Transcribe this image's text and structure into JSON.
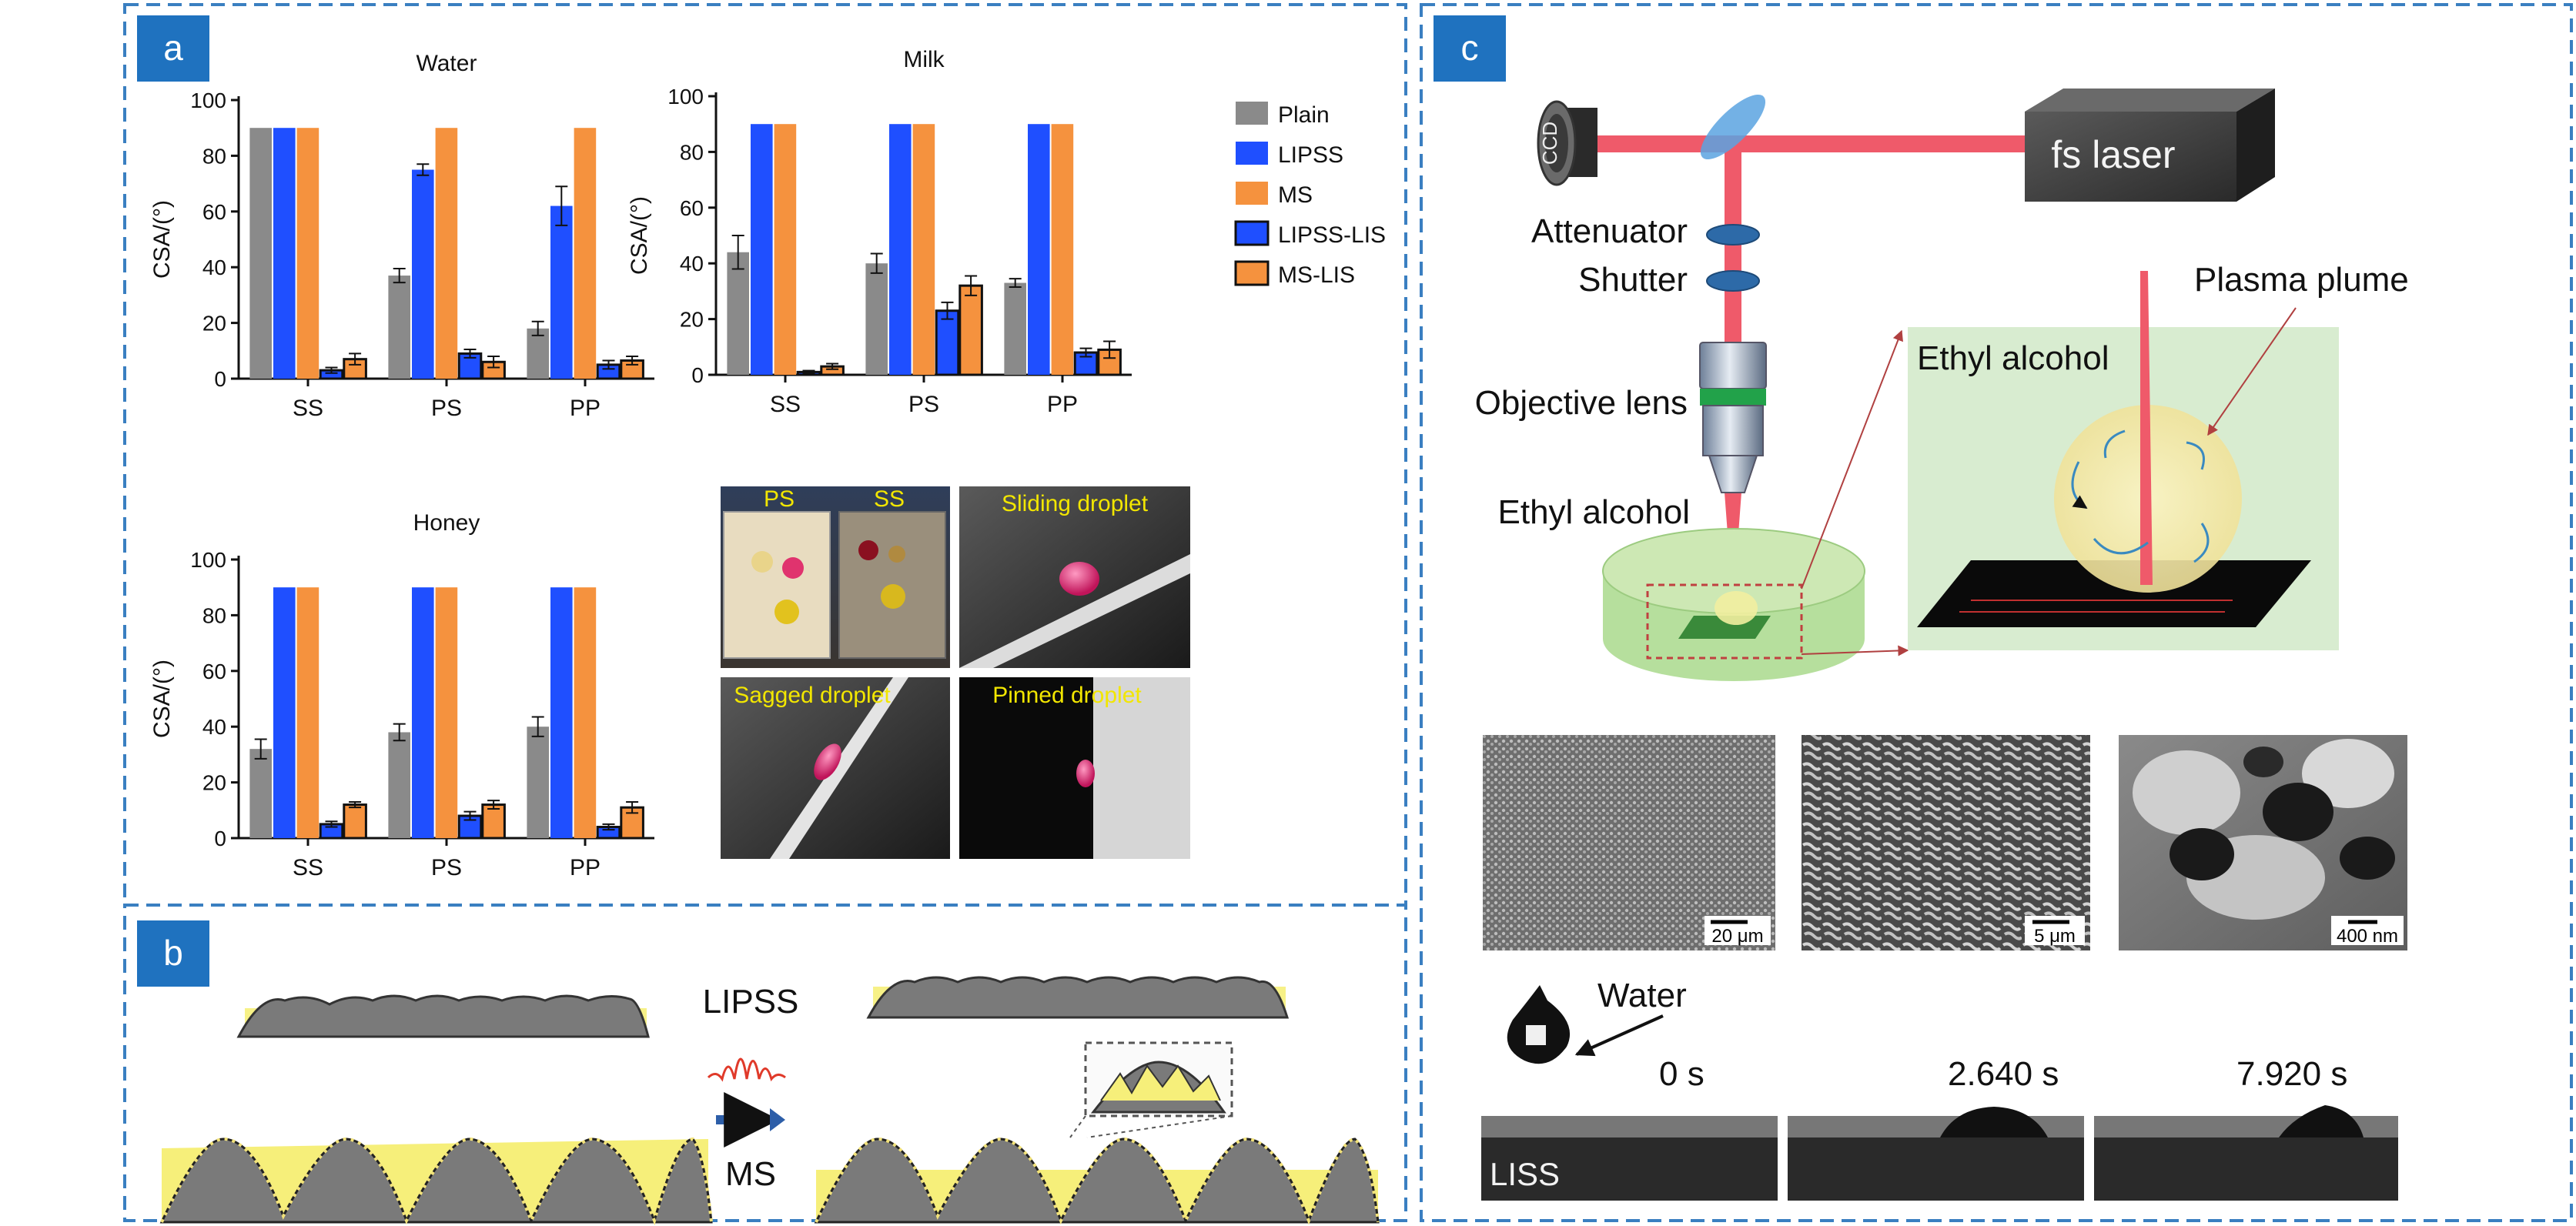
{
  "panels": {
    "a": {
      "badge": "a"
    },
    "b": {
      "badge": "b"
    },
    "c": {
      "badge": "c"
    }
  },
  "legend": {
    "items": [
      {
        "label": "Plain",
        "color": "#8a8a8a"
      },
      {
        "label": "LIPSS",
        "color": "#1f4fff"
      },
      {
        "label": "MS",
        "color": "#f5923e"
      },
      {
        "label": "LIPSS-LIS",
        "color": "#1f4fff",
        "outlined": true
      },
      {
        "label": "MS-LIS",
        "color": "#f5923e",
        "outlined": true
      }
    ]
  },
  "chart_data": [
    {
      "type": "bar",
      "title": "Water",
      "ylabel": "CSA/(°)",
      "categories": [
        "SS",
        "PS",
        "PP"
      ],
      "ylim": [
        0,
        100
      ],
      "yticks": [
        0,
        20,
        40,
        60,
        80,
        100
      ],
      "series": [
        {
          "name": "Plain",
          "values": [
            90,
            37,
            18
          ],
          "err": [
            0,
            2.5,
            2.5
          ]
        },
        {
          "name": "LIPSS",
          "values": [
            90,
            75,
            62
          ],
          "err": [
            0,
            2,
            7
          ]
        },
        {
          "name": "MS",
          "values": [
            90,
            90,
            90
          ],
          "err": [
            0,
            0,
            0
          ]
        },
        {
          "name": "LIPSS-LIS",
          "values": [
            3,
            9,
            5
          ],
          "err": [
            1,
            1.5,
            1.5
          ]
        },
        {
          "name": "MS-LIS",
          "values": [
            7,
            6,
            6.5
          ],
          "err": [
            2,
            2,
            1.5
          ]
        }
      ]
    },
    {
      "type": "bar",
      "title": "Milk",
      "ylabel": "CSA/(°)",
      "categories": [
        "SS",
        "PS",
        "PP"
      ],
      "ylim": [
        0,
        100
      ],
      "yticks": [
        0,
        20,
        40,
        60,
        80,
        100
      ],
      "series": [
        {
          "name": "Plain",
          "values": [
            44,
            40,
            33
          ],
          "err": [
            6,
            3.5,
            1.5
          ]
        },
        {
          "name": "LIPSS",
          "values": [
            90,
            90,
            90
          ],
          "err": [
            0,
            0,
            0
          ]
        },
        {
          "name": "MS",
          "values": [
            90,
            90,
            90
          ],
          "err": [
            0,
            0,
            0
          ]
        },
        {
          "name": "LIPSS-LIS",
          "values": [
            1,
            23,
            8
          ],
          "err": [
            0.5,
            3,
            1.5
          ]
        },
        {
          "name": "MS-LIS",
          "values": [
            3,
            32,
            9
          ],
          "err": [
            1,
            3.5,
            3
          ]
        }
      ]
    },
    {
      "type": "bar",
      "title": "Honey",
      "ylabel": "CSA/(°)",
      "categories": [
        "SS",
        "PS",
        "PP"
      ],
      "ylim": [
        0,
        100
      ],
      "yticks": [
        0,
        20,
        40,
        60,
        80,
        100
      ],
      "series": [
        {
          "name": "Plain",
          "values": [
            32,
            38,
            40
          ],
          "err": [
            3.5,
            3,
            3.5
          ]
        },
        {
          "name": "LIPSS",
          "values": [
            90,
            90,
            90
          ],
          "err": [
            0,
            0,
            0
          ]
        },
        {
          "name": "MS",
          "values": [
            90,
            90,
            90
          ],
          "err": [
            0,
            0,
            0
          ]
        },
        {
          "name": "LIPSS-LIS",
          "values": [
            5,
            8,
            4
          ],
          "err": [
            1,
            1.5,
            1
          ]
        },
        {
          "name": "MS-LIS",
          "values": [
            12,
            12,
            11
          ],
          "err": [
            1,
            1.5,
            2
          ]
        }
      ]
    }
  ],
  "photos": {
    "ps_label": "PS",
    "ss_label": "SS",
    "sliding": "Sliding droplet",
    "sagged": "Sagged droplet",
    "pinned": "Pinned droplet"
  },
  "panel_b": {
    "lipss": "LIPSS",
    "ms": "MS"
  },
  "panel_c": {
    "ccd": "CCD",
    "fs_laser": "fs laser",
    "attenuator": "Attenuator",
    "shutter": "Shutter",
    "objective": "Objective lens",
    "ethyl_left": "Ethyl alcohol",
    "ethyl_inset": "Ethyl alcohol",
    "plasma": "Plasma plume",
    "scale1": "20 μm",
    "scale2": "5 μm",
    "scale3": "400 nm",
    "water": "Water",
    "t0": "0 s",
    "t1": "2.640 s",
    "t2": "7.920 s",
    "liss": "LISS"
  }
}
